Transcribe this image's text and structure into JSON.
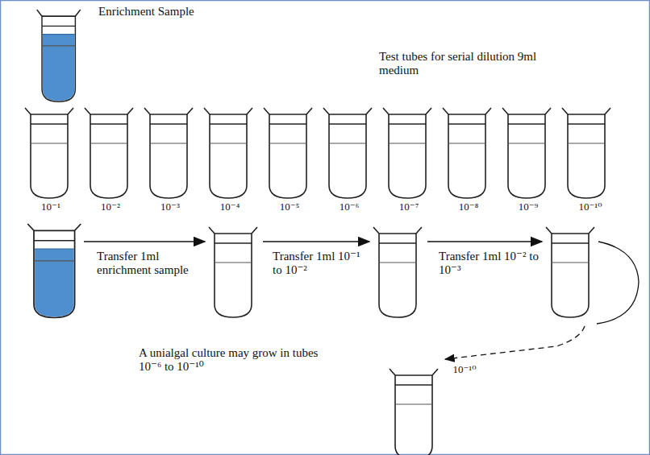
{
  "diagram": {
    "labels": [
      "Enrichment Sample",
      "Test tubes for serial dilution 9ml medium",
      "10⁻¹",
      "10⁻²",
      "10⁻³",
      "10⁻⁴",
      "10⁻⁵",
      "10⁻⁶",
      "10⁻⁷",
      "10⁻⁸",
      "10⁻⁹",
      "10⁻¹⁰",
      "Transfer 1ml enrichment sample",
      "Transfer 1ml 10⁻¹ to 10⁻²",
      "Transfer 1ml 10⁻² to 10⁻³",
      "A unialgal culture may grow in tubes 10⁻⁶ to 10⁻¹⁰",
      "10⁻¹⁰"
    ]
  }
}
